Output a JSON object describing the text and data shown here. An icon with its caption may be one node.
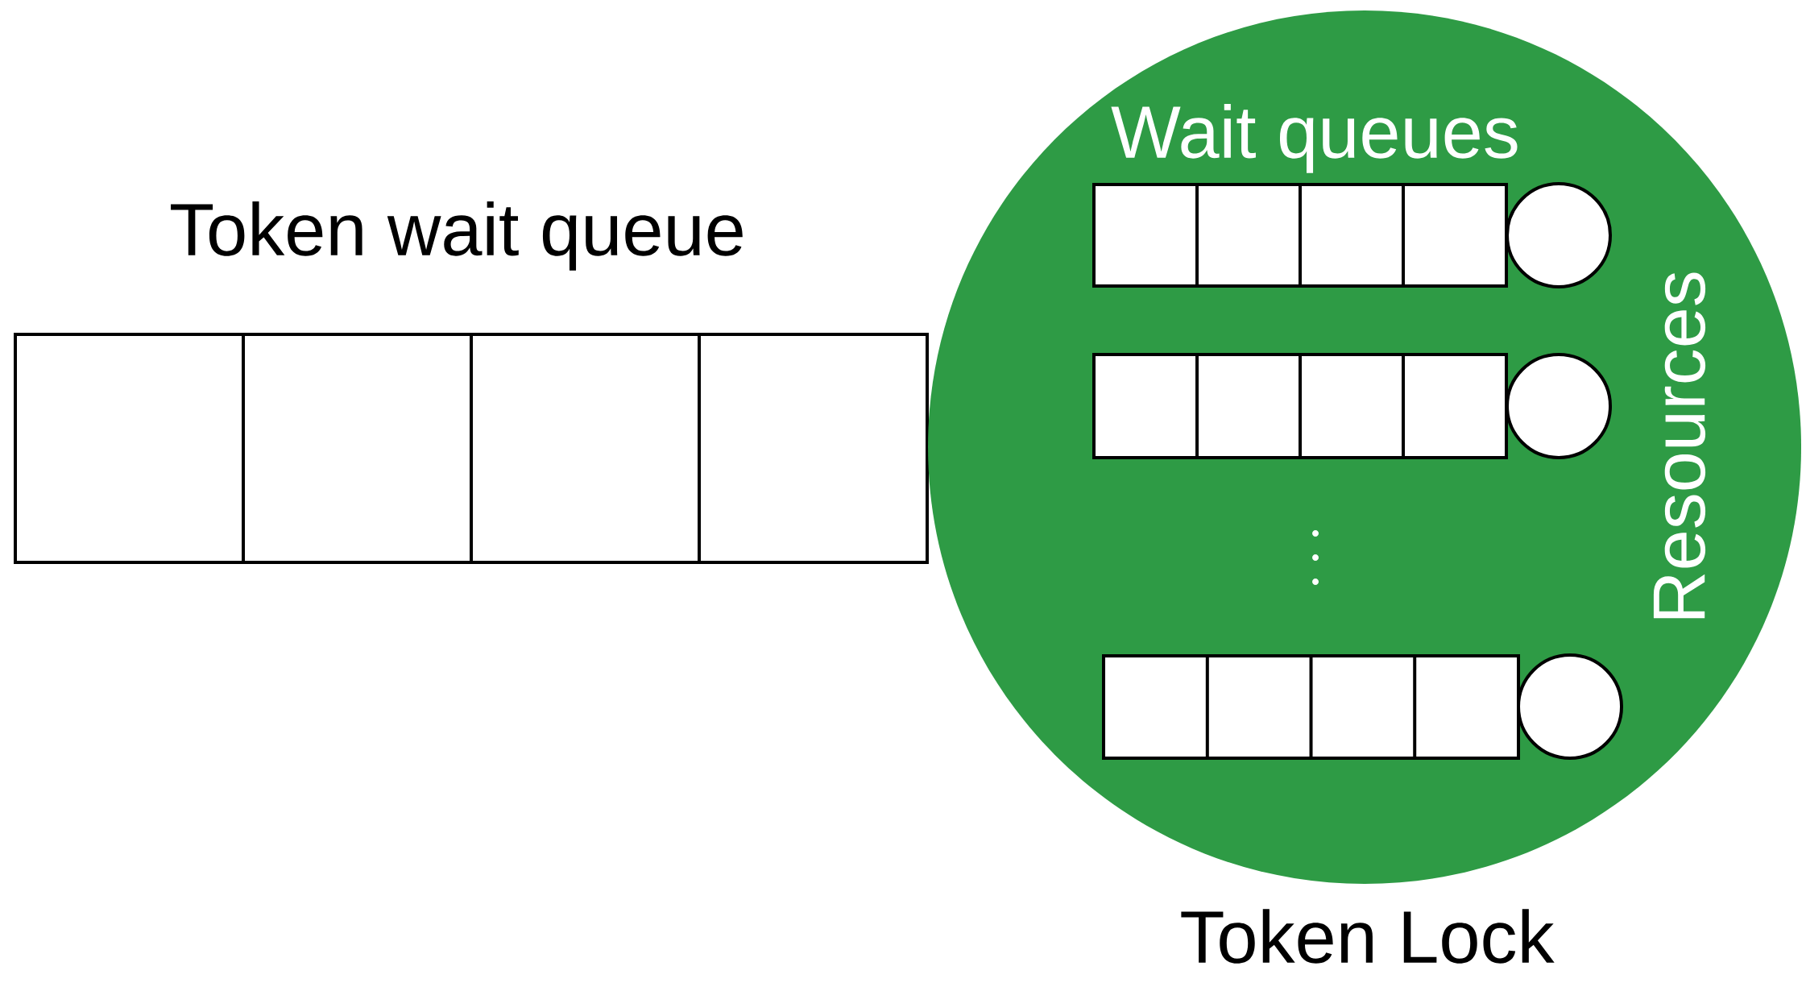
{
  "diagram": {
    "nodes": [
      {
        "text": [
          "Token wait queue"
        ]
      },
      {
        "text": [
          "Token Lock"
        ]
      },
      {
        "text": [],
        "shape": "bar",
        "in": 1
      },
      {
        "text": [],
        "shape": "circle",
        "in": 1
      },
      {
        "text": [],
        "shape": "bar",
        "in": 1
      },
      {
        "text": [],
        "shape": "circle",
        "in": 1
      },
      {
        "text": [],
        "shape": "bar",
        "in": 1
      },
      {
        "text": [],
        "shape": "circle",
        "in": 1
      }
    ],
    "labels": [
      "Wait queues",
      "Resources"
    ]
  }
}
